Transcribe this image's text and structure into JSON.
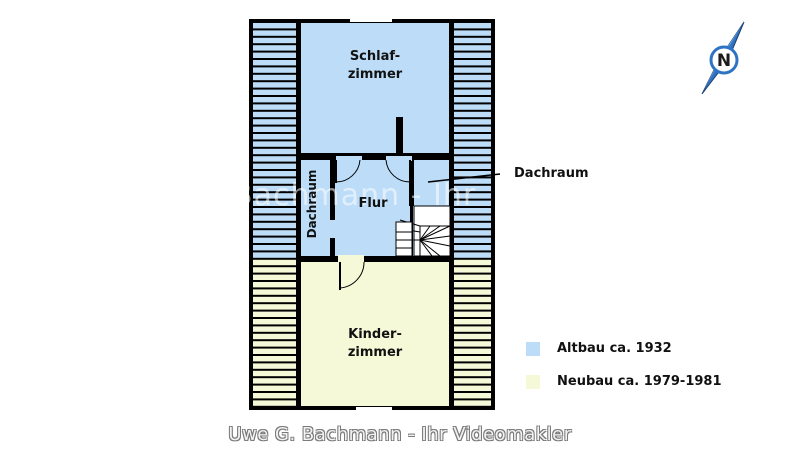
{
  "rooms": {
    "schlafzimmer": [
      "Schlaf-",
      "zimmer"
    ],
    "kinderzimmer": [
      "Kinder-",
      "zimmer"
    ],
    "flur": "Flur",
    "dachraum_left": "Dachraum",
    "dachraum_right": "Dachraum"
  },
  "compass": {
    "letter": "N",
    "icon": "north-arrow-icon"
  },
  "legend": [
    {
      "label": "Altbau ca. 1932",
      "color": "#bcdcf7"
    },
    {
      "label": "Neubau ca. 1979-1981",
      "color": "#f6f9d8"
    }
  ],
  "colors": {
    "altbau": "#bcdcf7",
    "neubau": "#f6f9d8",
    "wall": "#000000",
    "stair_blue": "#bcdcf7",
    "stair_yellow": "#f6f9d8"
  },
  "watermark": "Uwe G. Bachmann - Ihr Videomakler",
  "watermark_mid": "Bachmann - Ihr"
}
